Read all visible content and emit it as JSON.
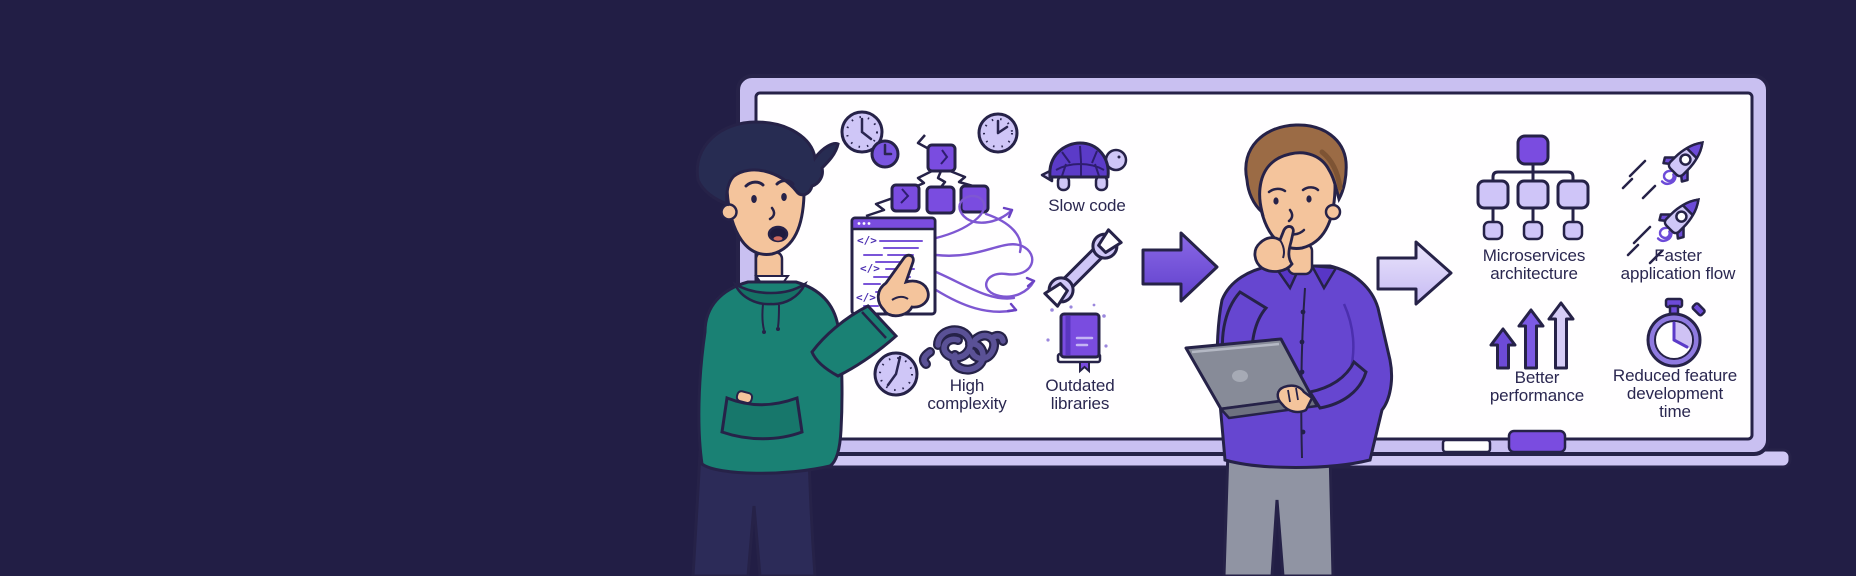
{
  "palette": {
    "background": "#221e45",
    "outline": "#262248",
    "board_frame": "#c9c0f1",
    "board_surface": "#fffeff",
    "accent_purple": "#7a4ce0",
    "medium_purple": "#6d4bd8",
    "light_lavender": "#cfc6f7",
    "tangle_purple": "#7e57d2",
    "teal_hoodie": "#1a8174",
    "shirt_purple": "#6646d0",
    "skin": "#f4c49c",
    "brown_hair": "#9b6b45",
    "label_text": "#2a2750"
  },
  "whiteboard": {
    "problems": [
      {
        "icon": "turtle-icon",
        "label": "Slow code",
        "lines": [
          "Slow code"
        ]
      },
      {
        "icon": "tangled-knot-icon",
        "label": "High complexity",
        "lines": [
          "High",
          "complexity"
        ]
      },
      {
        "icon": "book-icon",
        "label": "Outdated libraries",
        "lines": [
          "Outdated",
          "libraries"
        ]
      }
    ],
    "benefits": [
      {
        "icon": "hierarchy-icon",
        "label": "Microservices architecture",
        "lines": [
          "Microservices",
          "architecture"
        ]
      },
      {
        "icon": "rockets-icon",
        "label": "Faster application flow",
        "lines": [
          "Faster",
          "application flow"
        ]
      },
      {
        "icon": "growth-arrows-icon",
        "label": "Better performance",
        "lines": [
          "Better",
          "performance"
        ]
      },
      {
        "icon": "stopwatch-icon",
        "label": "Reduced feature development time",
        "lines": [
          "Reduced feature",
          "development",
          "time"
        ]
      }
    ],
    "decorations": [
      "clock-icon",
      "broken-flowchart-icon",
      "code-window",
      "tangle-lines",
      "wrench-icon",
      "arrow-right-dark",
      "arrow-right-light"
    ],
    "code_window": {
      "glyph": "</>"
    }
  }
}
